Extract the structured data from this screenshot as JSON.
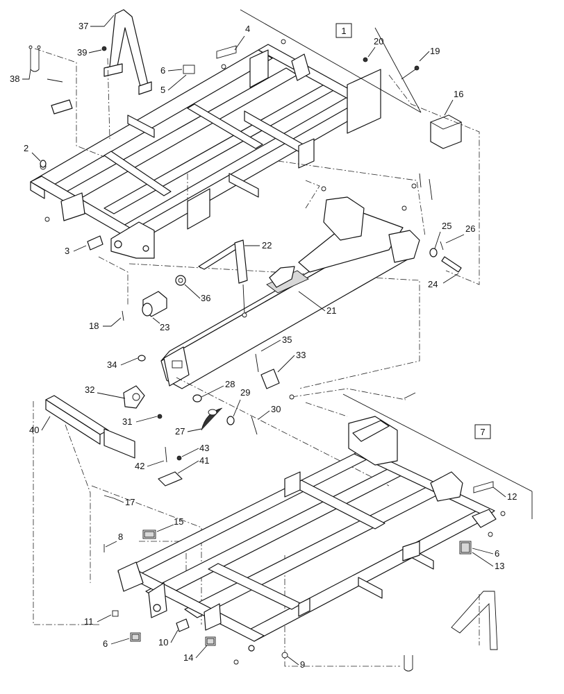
{
  "diagram": {
    "callouts": {
      "c1": "1",
      "c2": "2",
      "c3": "3",
      "c4": "4",
      "c5": "5",
      "c6a": "6",
      "c6b": "6",
      "c6c": "6",
      "c7": "7",
      "c8": "8",
      "c9": "9",
      "c10": "10",
      "c11": "11",
      "c12": "12",
      "c13": "13",
      "c14": "14",
      "c15": "15",
      "c16": "16",
      "c17": "17",
      "c18": "18",
      "c19": "19",
      "c20": "20",
      "c21": "21",
      "c22": "22",
      "c23": "23",
      "c24": "24",
      "c25": "25",
      "c26": "26",
      "c27": "27",
      "c28": "28",
      "c29": "29",
      "c30": "30",
      "c31": "31",
      "c32": "32",
      "c33": "33",
      "c34": "34",
      "c35": "35",
      "c36": "36",
      "c37": "37",
      "c38": "38",
      "c39": "39",
      "c40": "40",
      "c41": "41",
      "c42": "42",
      "c43": "43"
    }
  }
}
